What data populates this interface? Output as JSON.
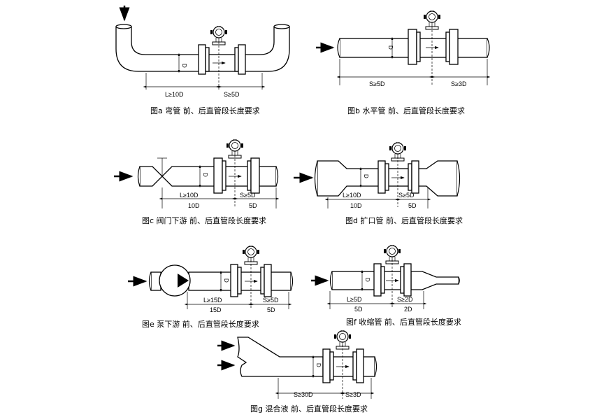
{
  "figures": [
    {
      "id": "a",
      "caption": "图a 弯管   前、后直管段长度要求",
      "labels": [
        "L≥10D",
        "S≥5D"
      ],
      "d": "D"
    },
    {
      "id": "b",
      "caption": "图b 水平管  前、后直管段长度要求",
      "labels": [
        "S≥5D",
        "S≥3D"
      ],
      "d": "D"
    },
    {
      "id": "c",
      "caption": "图c 阀门下游   前、后直管段长度要求",
      "labels": [
        "L≥10D",
        "S≥5D",
        "10D",
        "5D"
      ],
      "d": "D"
    },
    {
      "id": "d",
      "caption": "图d 扩口管   前、后直管段长度要求",
      "labels": [
        "L≥10D",
        "S≥5D",
        "10D",
        "5D"
      ],
      "d": "D"
    },
    {
      "id": "e",
      "caption": "图e 泵下游   前、后直管段长度要求",
      "labels": [
        "L≥15D",
        "S≥5D",
        "15D",
        "5D"
      ],
      "d": "D"
    },
    {
      "id": "f",
      "caption": "图f 收缩管   前、后直管段长度要求",
      "labels": [
        "L≥5D",
        "S≥2D",
        "5D",
        "2D"
      ],
      "d": "D"
    },
    {
      "id": "g",
      "caption": "图g 混合液  前、后直管段长度要求",
      "labels": [
        "S≥30D",
        "S≥3D"
      ],
      "d": "D"
    }
  ]
}
